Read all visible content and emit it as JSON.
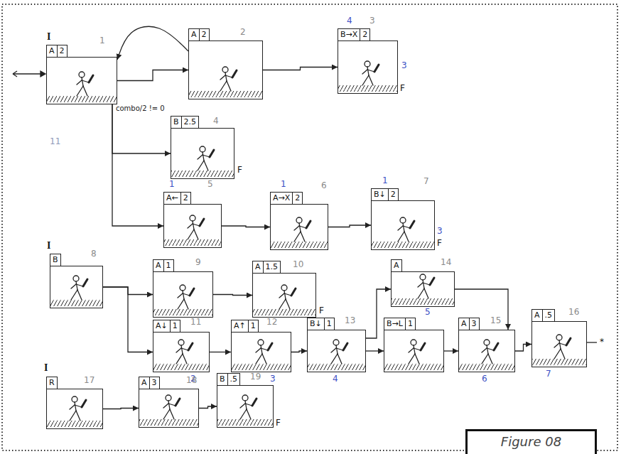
{
  "diagram": {
    "caption": "Figure 08",
    "nodes": [
      {
        "text": [
          "A",
          "2"
        ]
      },
      {
        "text": [
          "A",
          "2"
        ]
      },
      {
        "text": [
          "B→X",
          "2"
        ]
      },
      {
        "text": [
          "B",
          "2.5"
        ]
      },
      {
        "text": [
          "A←",
          "2"
        ]
      },
      {
        "text": [
          "A→X",
          "2"
        ]
      },
      {
        "text": [
          "B↓",
          "2"
        ]
      },
      {
        "text": [
          "B"
        ]
      },
      {
        "text": [
          "A",
          "1"
        ]
      },
      {
        "text": [
          "A",
          "1.5"
        ]
      },
      {
        "text": [
          "A↓",
          "1"
        ]
      },
      {
        "text": [
          "A↑",
          "1"
        ]
      },
      {
        "text": [
          "B↓",
          "1"
        ]
      },
      {
        "text": [
          "A"
        ]
      },
      {
        "text": [
          "B→L",
          "1"
        ]
      },
      {
        "text": [
          "A",
          "3"
        ]
      },
      {
        "text": [
          "A",
          ".5"
        ]
      },
      {
        "text": [
          "R"
        ]
      },
      {
        "text": [
          "A",
          "3"
        ]
      },
      {
        "text": [
          "B",
          ".5"
        ]
      }
    ],
    "edges": [
      {
        "from": 0,
        "to": 1,
        "arrow": "to"
      },
      {
        "from": 1,
        "to": 0,
        "arrow": "to"
      },
      {
        "from": 1,
        "to": 2,
        "arrow": "to"
      },
      {
        "from": 0,
        "to": 3,
        "label": "combo/2 != 0",
        "arrow": "to"
      },
      {
        "from": 0,
        "to": 4,
        "arrow": "to"
      },
      {
        "from": 4,
        "to": 5,
        "arrow": "to"
      },
      {
        "from": 5,
        "to": 6,
        "arrow": "to"
      },
      {
        "from": 7,
        "to": 8,
        "arrow": "to"
      },
      {
        "from": 8,
        "to": 9,
        "arrow": "to"
      },
      {
        "from": 7,
        "to": 10,
        "arrow": "to"
      },
      {
        "from": 10,
        "to": 11,
        "arrow": "to"
      },
      {
        "from": 11,
        "to": 12,
        "arrow": "to"
      },
      {
        "from": 12,
        "to": 14,
        "arrow": "to"
      },
      {
        "from": 12,
        "to": 13,
        "arrow": "to"
      },
      {
        "from": 14,
        "to": 15,
        "arrow": "to"
      },
      {
        "from": 15,
        "to": 16,
        "arrow": "to"
      },
      {
        "from": 13,
        "to": 15,
        "arrow": "to"
      },
      {
        "from": 17,
        "to": 18,
        "arrow": "to"
      },
      {
        "from": 18,
        "to": 19,
        "arrow": "to"
      }
    ],
    "labels": [
      "I",
      "1",
      "11",
      "2",
      "4",
      "3",
      "3",
      "F",
      "4",
      "F",
      "1",
      "5",
      "1",
      "6",
      "1",
      "7",
      "3",
      "F",
      "I",
      "8",
      "9",
      "10",
      "F",
      "11",
      "2",
      "12",
      "3",
      "13",
      "4",
      "14",
      "5",
      "15",
      "6",
      "16",
      "7",
      "*",
      "I",
      "17",
      "18",
      "19",
      "F"
    ]
  }
}
